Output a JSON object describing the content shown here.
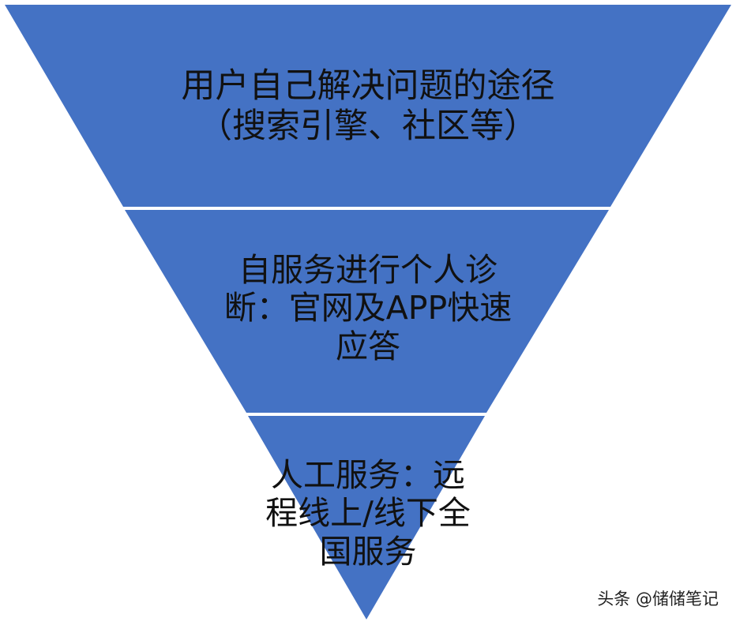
{
  "funnel": {
    "fill_color": "#4472c4",
    "separator_color": "#ffffff",
    "tiers": [
      {
        "lines": [
          "用户自己解决问题的途径",
          "（搜索引擎、社区等）"
        ]
      },
      {
        "lines": [
          "自服务进行个人诊",
          "断：官网及APP快速",
          "应答"
        ]
      },
      {
        "lines": [
          "人工服务：远",
          "程线上/线下全",
          "国服务"
        ]
      }
    ]
  },
  "watermark": {
    "text": "头条 @储储笔记"
  }
}
